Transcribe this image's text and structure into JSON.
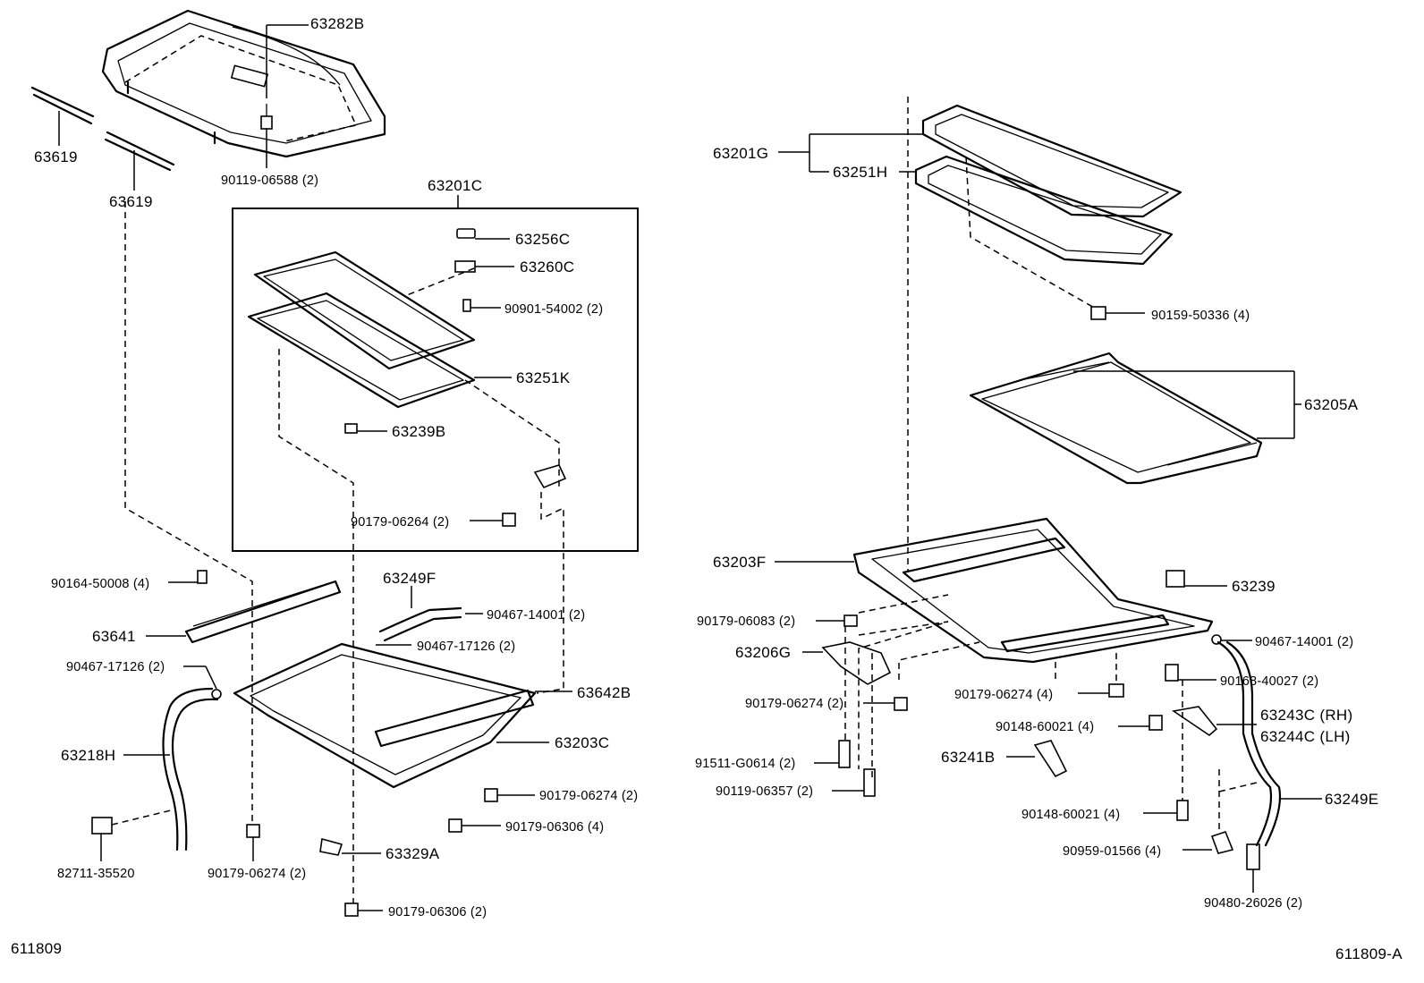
{
  "diagram_id_left": "611809",
  "diagram_id_right": "611809-A",
  "labels": {
    "p63282B": "63282B",
    "p63619_a": "63619",
    "p63619_b": "63619",
    "p90119_06588": "90119-06588 (2)",
    "p63201C": "63201C",
    "p63256C": "63256C",
    "p63260C": "63260C",
    "p90901_54002": "90901-54002 (2)",
    "p63251K": "63251K",
    "p63239B": "63239B",
    "p90179_06264": "90179-06264 (2)",
    "p90164_50008": "90164-50008 (4)",
    "p63249F": "63249F",
    "p90467_14001_l": "90467-14001 (2)",
    "p63641": "63641",
    "p90467_17126_m": "90467-17126 (2)",
    "p90467_17126_l": "90467-17126 (2)",
    "p63642B": "63642B",
    "p63218H": "63218H",
    "p63203C": "63203C",
    "p90179_06274_m": "90179-06274 (2)",
    "p90179_06306_4": "90179-06306 (4)",
    "p82711_35520": "82711-35520",
    "p90179_06274_l": "90179-06274 (2)",
    "p63329A": "63329A",
    "p90179_06306_2": "90179-06306 (2)",
    "p63201G": "63201G",
    "p63251H": "63251H",
    "p90159_50336": "90159-50336 (4)",
    "p63205A": "63205A",
    "p63203F": "63203F",
    "p63239": "63239",
    "p90179_06083": "90179-06083 (2)",
    "p90467_14001_r": "90467-14001 (2)",
    "p63206G": "63206G",
    "p90168_40027": "90168-40027 (2)",
    "p90179_06274_r4": "90179-06274 (4)",
    "p90179_06274_r2": "90179-06274 (2)",
    "p90148_60021_a": "90148-60021 (4)",
    "p63243C": "63243C (RH)",
    "p63244C": "63244C (LH)",
    "p91511_G0614": "91511-G0614 (2)",
    "p63241B": "63241B",
    "p90119_06357": "90119-06357 (2)",
    "p63249E": "63249E",
    "p90148_60021_b": "90148-60021 (4)",
    "p90959_01566": "90959-01566 (4)",
    "p90480_26026": "90480-26026 (2)"
  }
}
